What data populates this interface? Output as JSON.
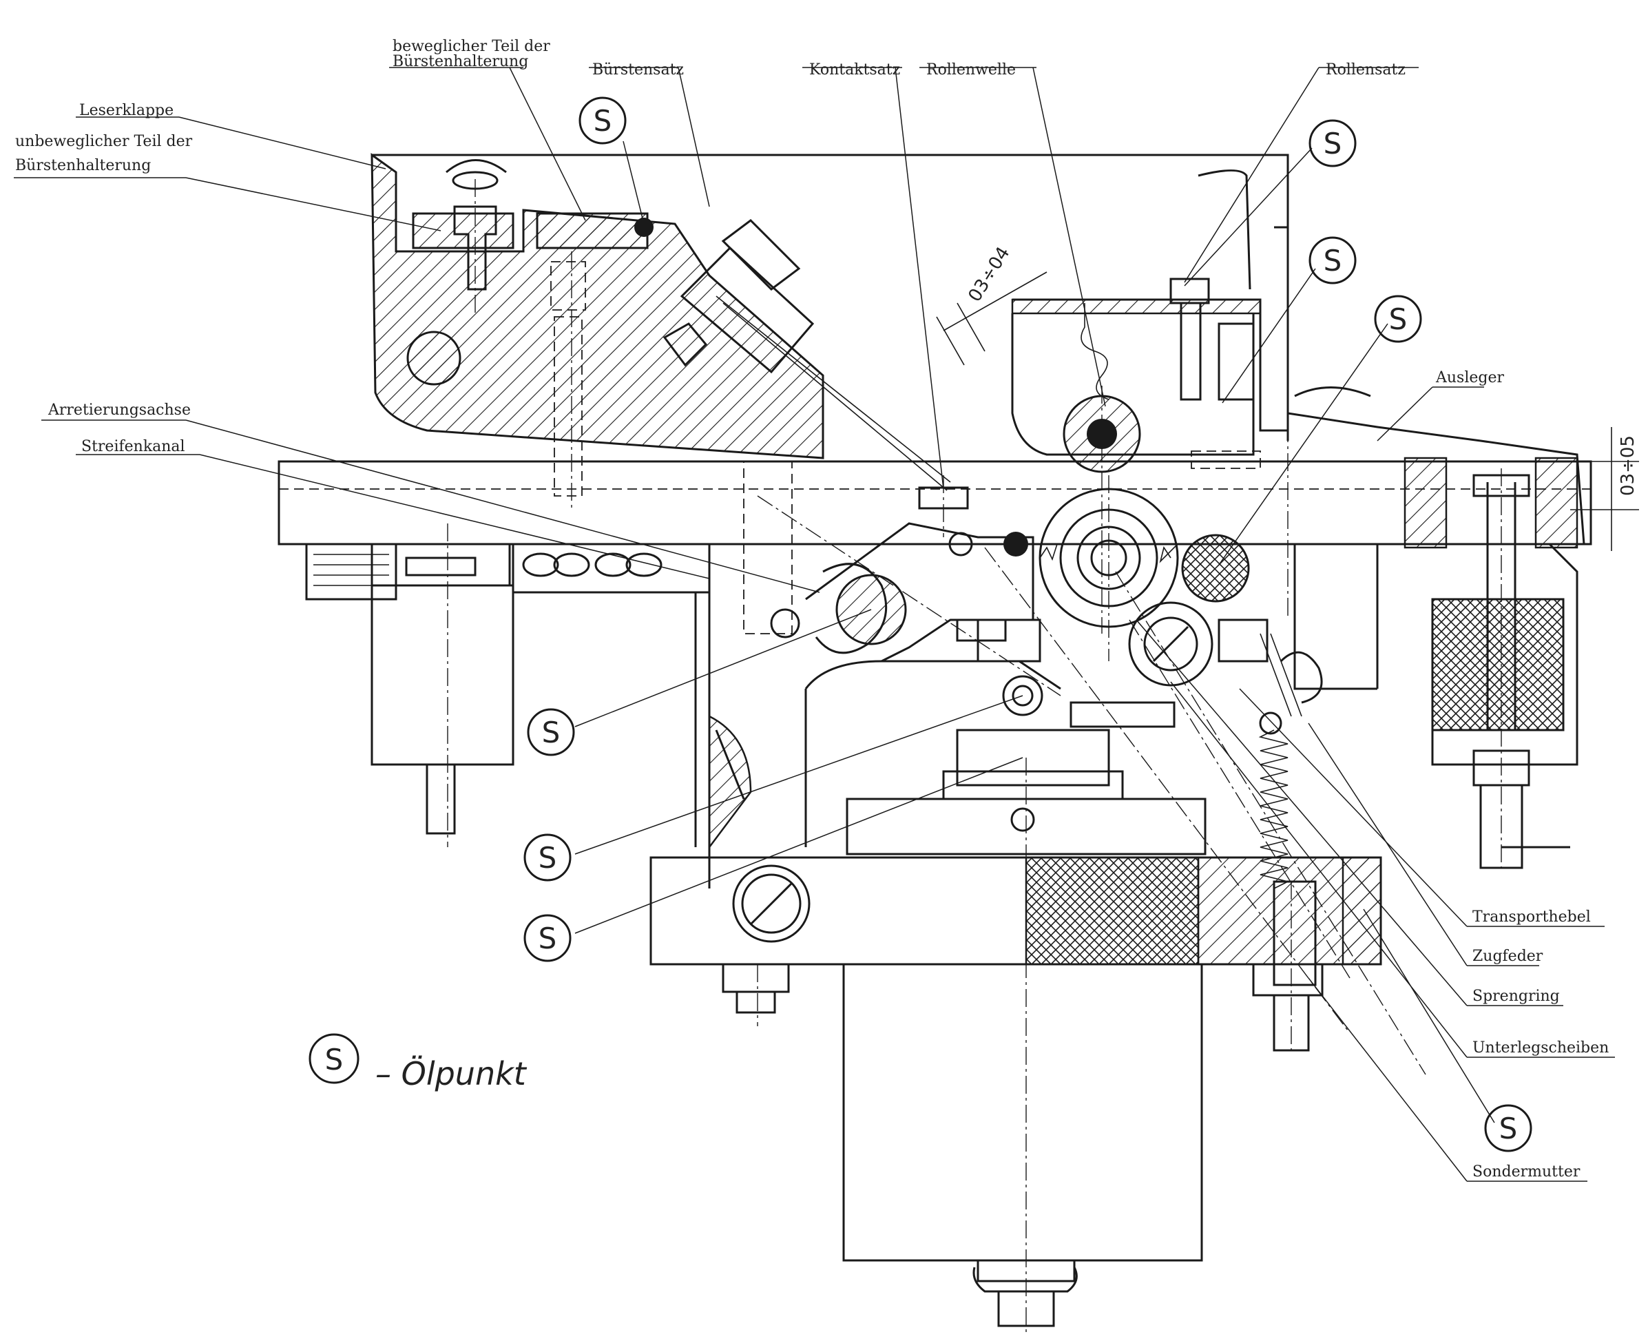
{
  "labels": {
    "beweglicher_1": "beweglicher Teil der",
    "beweglicher_2": "Bürstenhalterung",
    "buerstensatz": "Bürstensatz",
    "kontaktsatz": "Kontaktsatz",
    "rollenwelle": "Rollenwelle",
    "rollensatz": "Rollensatz",
    "leserklappe": "Leserklappe",
    "unbeweglicher_1": "unbeweglicher Teil der",
    "unbeweglicher_2": "Bürstenhalterung",
    "ausleger": "Ausleger",
    "arretierungsachse": "Arretierungsachse",
    "streifenkanal": "Streifenkanal",
    "transporthebel": "Transporthebel",
    "zugfeder": "Zugfeder",
    "sprengring": "Sprengring",
    "unterlegscheiben": "Unterlegscheiben",
    "sondermutter": "Sondermutter"
  },
  "dimensions": {
    "gap_upper": "03÷04",
    "gap_right": "03÷05"
  },
  "oil_marker": "S",
  "legend": {
    "symbol": "S",
    "text": "– Ölpunkt"
  }
}
